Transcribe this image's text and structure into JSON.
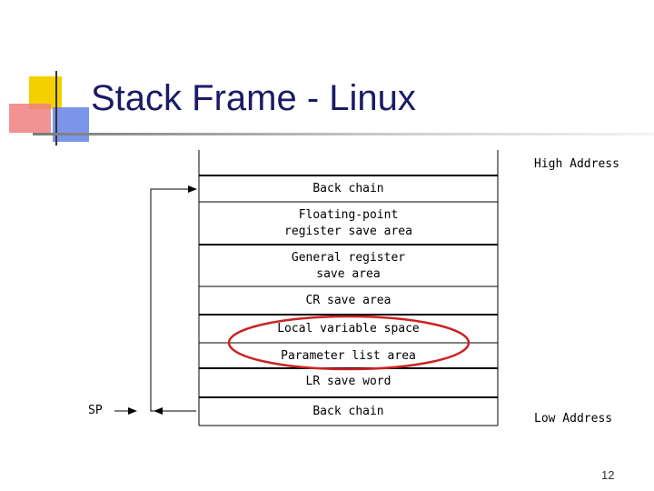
{
  "slide": {
    "title": "Stack Frame - Linux",
    "page_number": "12"
  },
  "diagram": {
    "high_address": "High Address",
    "low_address": "Low Address",
    "sp_label": "SP",
    "cells": [
      {
        "lines": [
          "Back chain"
        ]
      },
      {
        "lines": [
          "Floating-point",
          "register save area"
        ]
      },
      {
        "lines": [
          "General register",
          "save area"
        ]
      },
      {
        "lines": [
          "CR save area"
        ]
      },
      {
        "lines": [
          "Local variable space"
        ]
      },
      {
        "lines": [
          "Parameter list area"
        ]
      },
      {
        "lines": [
          "LR save word"
        ]
      },
      {
        "lines": [
          "Back chain"
        ]
      }
    ],
    "highlighted_cell": "Local variable space",
    "highlight_color": "#cc2222"
  },
  "logo_colors": {
    "yellow": "#f5d000",
    "red": "#e8302a",
    "blue": "#2c55d8",
    "line": "#333333"
  }
}
